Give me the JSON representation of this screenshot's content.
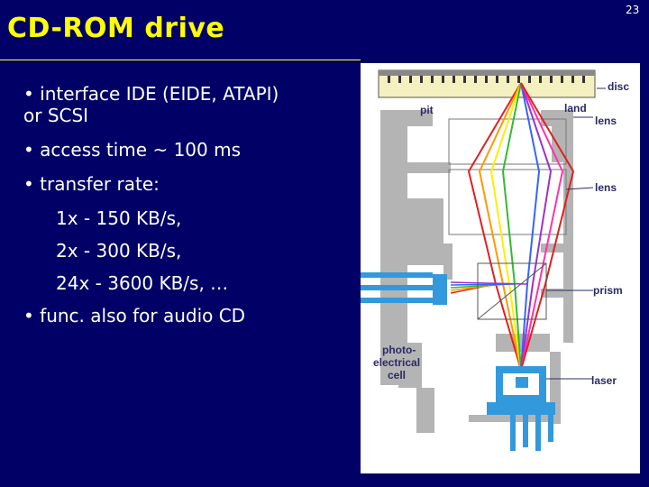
{
  "slide": {
    "title": "CD-ROM drive",
    "page_number": "23"
  },
  "bullets": [
    {
      "text": "•  interface IDE (EIDE, ATAPI)",
      "text2": "or SCSI"
    },
    {
      "text": "• access time ~ 100 ms"
    },
    {
      "text": "• transfer rate:"
    },
    {
      "text": "1x - 150 KB/s,"
    },
    {
      "text": "2x - 300 KB/s,"
    },
    {
      "text": "24x - 3600 KB/s, …"
    },
    {
      "text": "• func. also for audio CD"
    }
  ],
  "diagram": {
    "labels": {
      "disc": "disc",
      "pit": "pit",
      "land": "land",
      "lens1": "lens",
      "lens2": "lens",
      "prism": "prism",
      "photo1": "photo-",
      "photo2": "electrical",
      "photo3": "cell",
      "laser": "laser"
    },
    "colors": {
      "body": "#b4b4b4",
      "blue": "#3399dd",
      "disc": "#f5f0c0",
      "label": "#2b2b66"
    }
  }
}
